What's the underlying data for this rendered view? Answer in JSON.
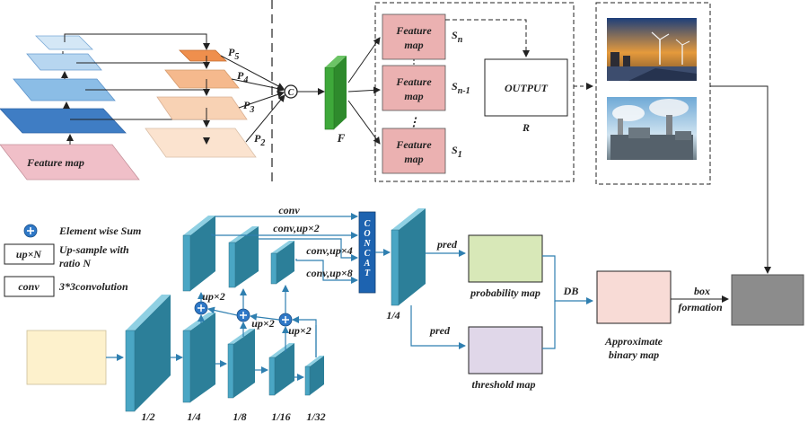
{
  "colors": {
    "feature_box": "#ebb1b1",
    "pink_panel": "#f0bfc8",
    "pyramid_left_top": "#d4e7f6",
    "pyramid_left_bottom": "#3f7dc4",
    "p5": "#ef8f4d",
    "p4": "#f5b98d",
    "p3": "#f8d2b4",
    "p2": "#fbe3cf",
    "fused_green": "#3ea83a",
    "concat": "#1d63b0",
    "slab": "#4aa6c4",
    "prob_map": "#d8e8b8",
    "thresh_map": "#e0d7e9",
    "approx_map": "#f8dbd6",
    "input_image": "#fdf1cc",
    "result_box": "#8c8c8c",
    "sum_circle": "#2f78c7"
  },
  "top": {
    "pyramid_feature_map_label": "Feature map",
    "p_labels": [
      {
        "main": "P",
        "sub": "5"
      },
      {
        "main": "P",
        "sub": "4"
      },
      {
        "main": "P",
        "sub": "3"
      },
      {
        "main": "P",
        "sub": "2"
      }
    ],
    "concat_symbol": "C",
    "fused_label": "F",
    "feature_boxes": [
      {
        "line1": "Feature",
        "line2": "map",
        "s_main": "S",
        "s_sub": "n"
      },
      {
        "line1": "Feature",
        "line2": "map",
        "s_main": "S",
        "s_sub": "n-1"
      },
      {
        "line1": "Feature",
        "line2": "map",
        "s_main": "S",
        "s_sub": "1"
      }
    ],
    "dots": "⋮",
    "output_label": "OUTPUT",
    "r_label": "R"
  },
  "legend": {
    "sum_label": "Element wise Sum",
    "up_box": "up×N",
    "up_text_line1": "Up-sample with",
    "up_text_line2": "ratio N",
    "conv_box": "conv",
    "conv_text": "3*3convolution"
  },
  "bottom": {
    "branch_labels": [
      "conv",
      "conv,up×2",
      "conv,up×4",
      "conv,up×8"
    ],
    "up2_labels": [
      "up×2",
      "up×2",
      "up×2"
    ],
    "concat_text": "CONCAT",
    "scale_labels": [
      "1/2",
      "1/4",
      "1/8",
      "1/16",
      "1/32"
    ],
    "concat_out_scale": "1/4",
    "pred_labels": [
      "pred",
      "pred"
    ],
    "prob_map_label": "probability map",
    "thresh_map_label": "threshold map",
    "db_label": "DB",
    "approx_line1": "Approximate",
    "approx_line2": "binary map",
    "box_line1": "box",
    "box_line2": "formation"
  }
}
